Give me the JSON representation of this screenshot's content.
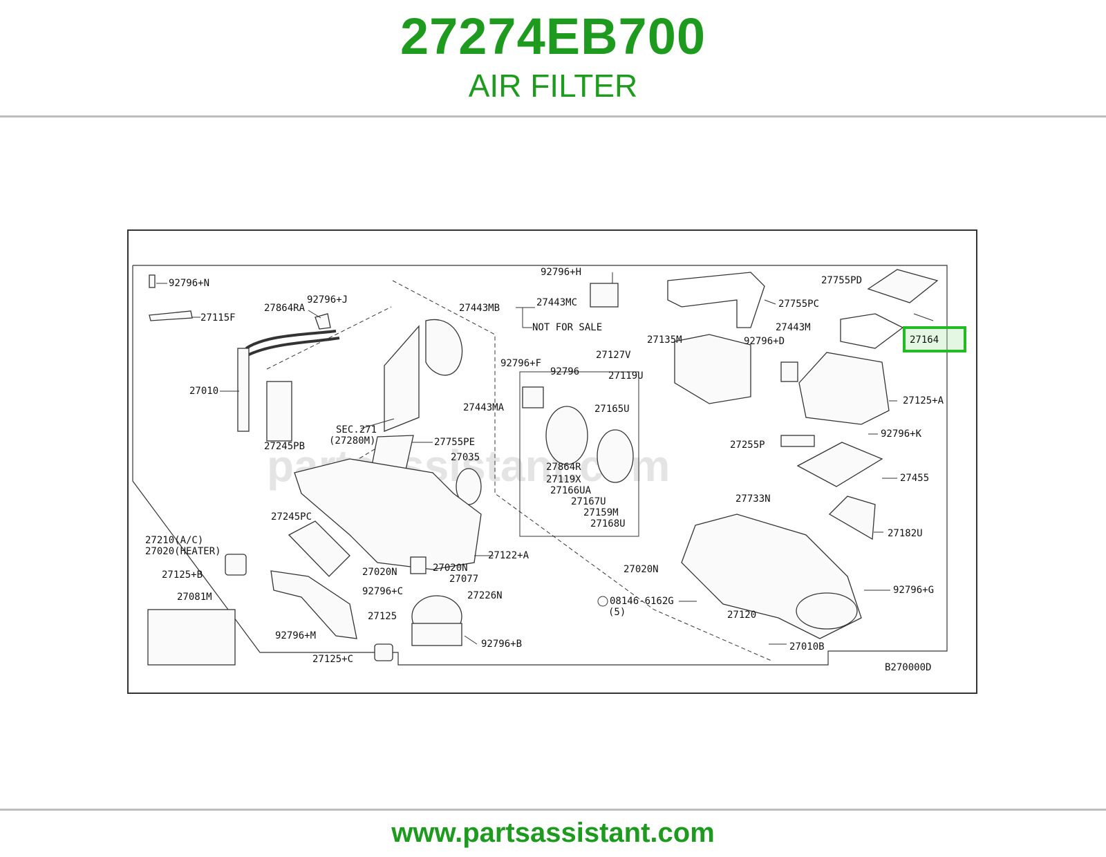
{
  "header": {
    "part_number": "27274EB700",
    "part_name": "AIR FILTER"
  },
  "diagram": {
    "watermark": "partsassistant.com",
    "diagram_code": "B270000D",
    "highlight_color": "#22bb22",
    "highlighted_label": "27164",
    "labels": {
      "l_92796N": "92796+N",
      "l_27115F": "27115F",
      "l_27864RA": "27864RA",
      "l_92796J": "92796+J",
      "l_27010": "27010",
      "l_27245PB": "27245PB",
      "l_sec271": "SEC.271",
      "l_27280M": "(27280M)",
      "l_27755PE": "27755PE",
      "l_27035": "27035",
      "l_92796H": "92796+H",
      "l_27443MB": "27443MB",
      "l_27443MC": "27443MC",
      "l_notforsale": "NOT FOR SALE",
      "l_27755PD": "27755PD",
      "l_27755PC": "27755PC",
      "l_27443M": "27443M",
      "l_27135M": "27135M",
      "l_92796D": "92796+D",
      "l_92796F": "92796+F",
      "l_92796": "92796",
      "l_27127V": "27127V",
      "l_27119U": "27119U",
      "l_27443MA": "27443MA",
      "l_27165U": "27165U",
      "l_27125A": "27125+A",
      "l_92796K": "92796+K",
      "l_27255P": "27255P",
      "l_27455": "27455",
      "l_27864R": "27864R",
      "l_27119X": "27119X",
      "l_27166UA": "27166UA",
      "l_27167U": "27167U",
      "l_27159M": "27159M",
      "l_27168U": "27168U",
      "l_27733N": "27733N",
      "l_27182U": "27182U",
      "l_27245PC": "27245PC",
      "l_27210": "27210(A/C)",
      "l_27020": "27020(HEATER)",
      "l_27125B": "27125+B",
      "l_27020N_a": "27020N",
      "l_27020N_b": "27020N",
      "l_27077": "27077",
      "l_27122A": "27122+A",
      "l_92796C": "92796+C",
      "l_27226N": "27226N",
      "l_27081M": "27081M",
      "l_27125": "27125",
      "l_92796M": "92796+M",
      "l_92796B": "92796+B",
      "l_27125C": "27125+C",
      "l_27020N_c": "27020N",
      "l_08146": "08146-6162G",
      "l_5": "(5)",
      "l_27120": "27120",
      "l_92796G": "92796+G",
      "l_27010B": "27010B"
    }
  },
  "footer": {
    "url": "www.partsassistant.com"
  }
}
